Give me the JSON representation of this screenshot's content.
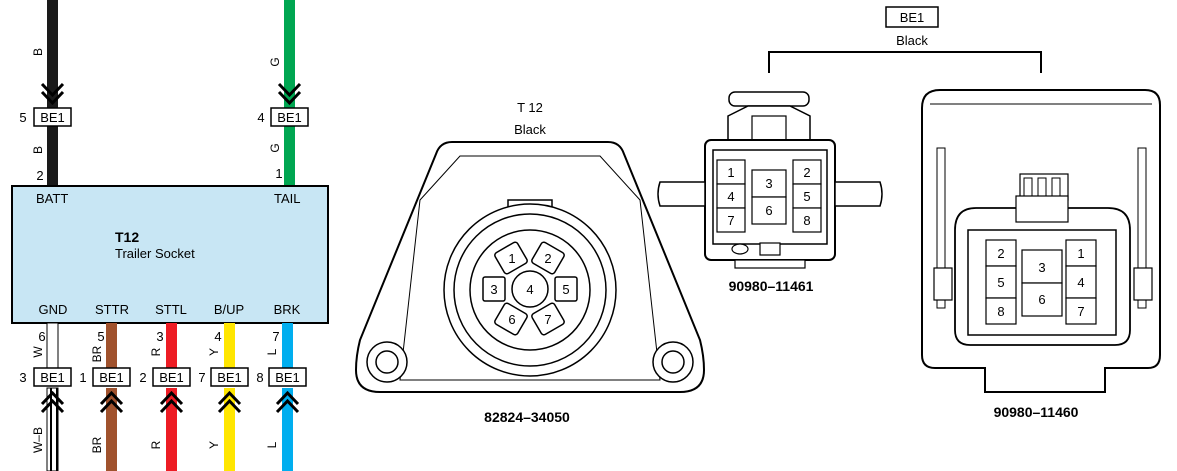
{
  "module": {
    "code": "T12",
    "name": "Trailer Socket"
  },
  "top_wires": [
    {
      "name": "BATT",
      "color_code": "B",
      "connector": "BE1",
      "conn_pin": "5",
      "pin": "2",
      "color": "#1a1a1a"
    },
    {
      "name": "TAIL",
      "color_code": "G",
      "connector": "BE1",
      "conn_pin": "4",
      "pin": "1",
      "color": "#00a651"
    }
  ],
  "bottom_wires": [
    {
      "name": "GND",
      "pin": "6",
      "color_code": "W",
      "connector": "BE1",
      "conn_pin": "3",
      "lower_code": "W–B",
      "color": "#ffffff"
    },
    {
      "name": "STTR",
      "pin": "5",
      "color_code": "BR",
      "connector": "BE1",
      "conn_pin": "1",
      "lower_code": "BR",
      "color": "#a0522d"
    },
    {
      "name": "STTL",
      "pin": "3",
      "color_code": "R",
      "connector": "BE1",
      "conn_pin": "2",
      "lower_code": "R",
      "color": "#ed1c24"
    },
    {
      "name": "B/UP",
      "pin": "4",
      "color_code": "Y",
      "connector": "BE1",
      "conn_pin": "7",
      "lower_code": "Y",
      "color": "#ffe600"
    },
    {
      "name": "BRK",
      "pin": "7",
      "color_code": "L",
      "connector": "BE1",
      "conn_pin": "8",
      "lower_code": "L",
      "color": "#00aeef"
    }
  ],
  "socket_view": {
    "label": "T 12",
    "color": "Black",
    "part_number": "82824–34050",
    "pins": [
      "1",
      "2",
      "3",
      "4",
      "5",
      "6",
      "7"
    ]
  },
  "be1_group": {
    "label": "BE1",
    "color": "Black",
    "left": {
      "part_number": "90980–11461",
      "pins": [
        "1",
        "4",
        "7",
        "3",
        "6",
        "2",
        "5",
        "8"
      ]
    },
    "right": {
      "part_number": "90980–11460",
      "pins": [
        "2",
        "5",
        "8",
        "3",
        "6",
        "1",
        "4",
        "7"
      ]
    }
  }
}
